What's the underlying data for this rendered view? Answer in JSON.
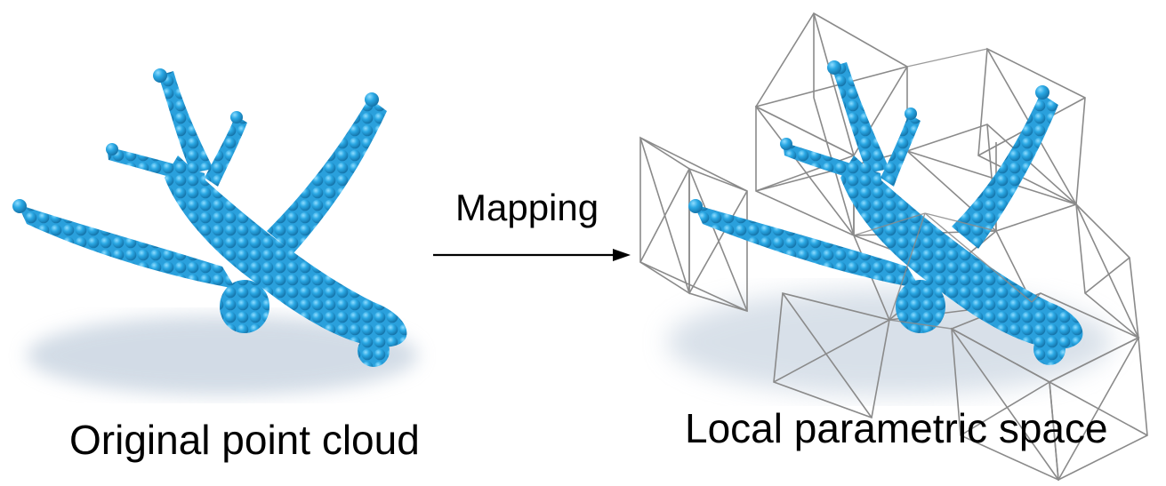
{
  "labels": {
    "left_caption": "Original point cloud",
    "mapping": "Mapping",
    "right_caption": "Local parametric space"
  },
  "colors": {
    "points": "#2aa8e4",
    "points_dark": "#1781b8",
    "shadow": "#b9c8d8",
    "cage": "#8a8a8a"
  },
  "icons": {
    "left": "airplane-point-cloud",
    "right": "airplane-point-cloud-with-grid-cages",
    "arrow": "right-arrow"
  }
}
